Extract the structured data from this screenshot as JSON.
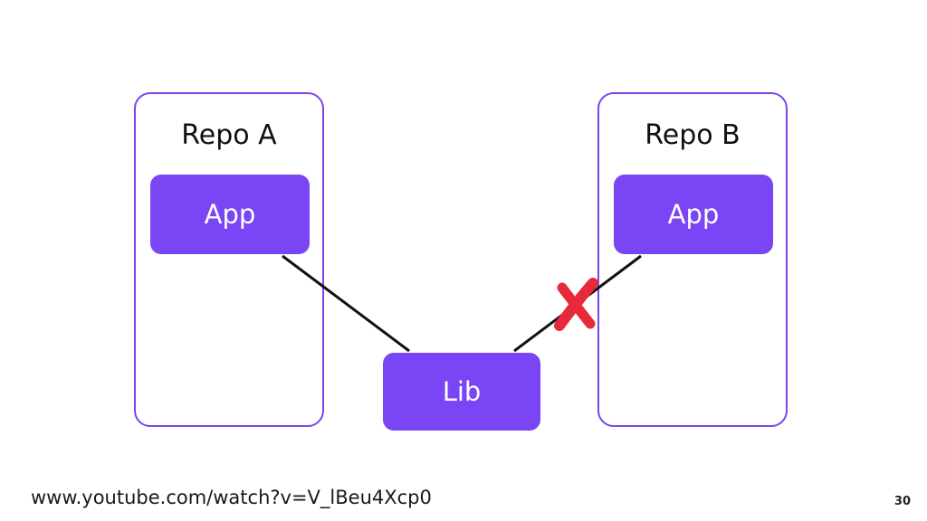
{
  "repos": [
    {
      "title": "Repo A",
      "app_label": "App"
    },
    {
      "title": "Repo B",
      "app_label": "App"
    }
  ],
  "lib": {
    "label": "Lib"
  },
  "broken_link": {
    "icon": "x-mark-icon",
    "color": "#e8293a"
  },
  "colors": {
    "accent": "#7a45f5",
    "border": "#7a45e8",
    "connector": "#111111"
  },
  "footer": {
    "url": "www.youtube.com/watch?v=V_lBeu4Xcp0",
    "page_number": "30"
  }
}
